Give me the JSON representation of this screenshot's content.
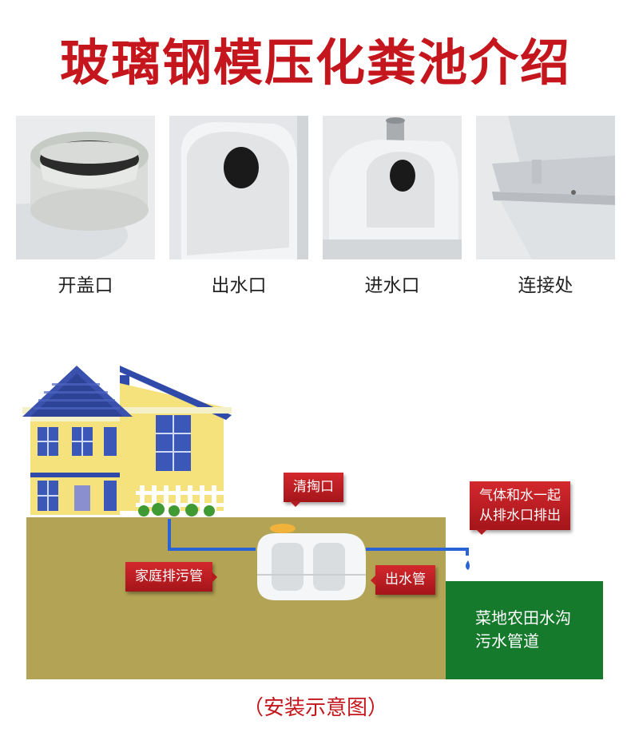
{
  "title": "玻璃钢模压化粪池介绍",
  "photos": [
    {
      "caption": "开盖口",
      "icon": "open-cover-photo"
    },
    {
      "caption": "出水口",
      "icon": "water-outlet-photo"
    },
    {
      "caption": "进水口",
      "icon": "water-inlet-photo"
    },
    {
      "caption": "连接处",
      "icon": "connection-photo"
    }
  ],
  "diagram": {
    "cleanout_label": "清掏口",
    "gas_water_label": "气体和水一起\n从排水口排出",
    "household_pipe_label": "家庭排污管",
    "outlet_pipe_label": "出水管",
    "field_label": "菜地农田水沟\n污水管道"
  },
  "bottom_caption": "（安装示意图）",
  "colors": {
    "title_red": "#c4161c",
    "soil": "#b3a354",
    "grass": "#167a2c",
    "pipe": "#2a63d6",
    "tag_red": "#b81a1f"
  }
}
